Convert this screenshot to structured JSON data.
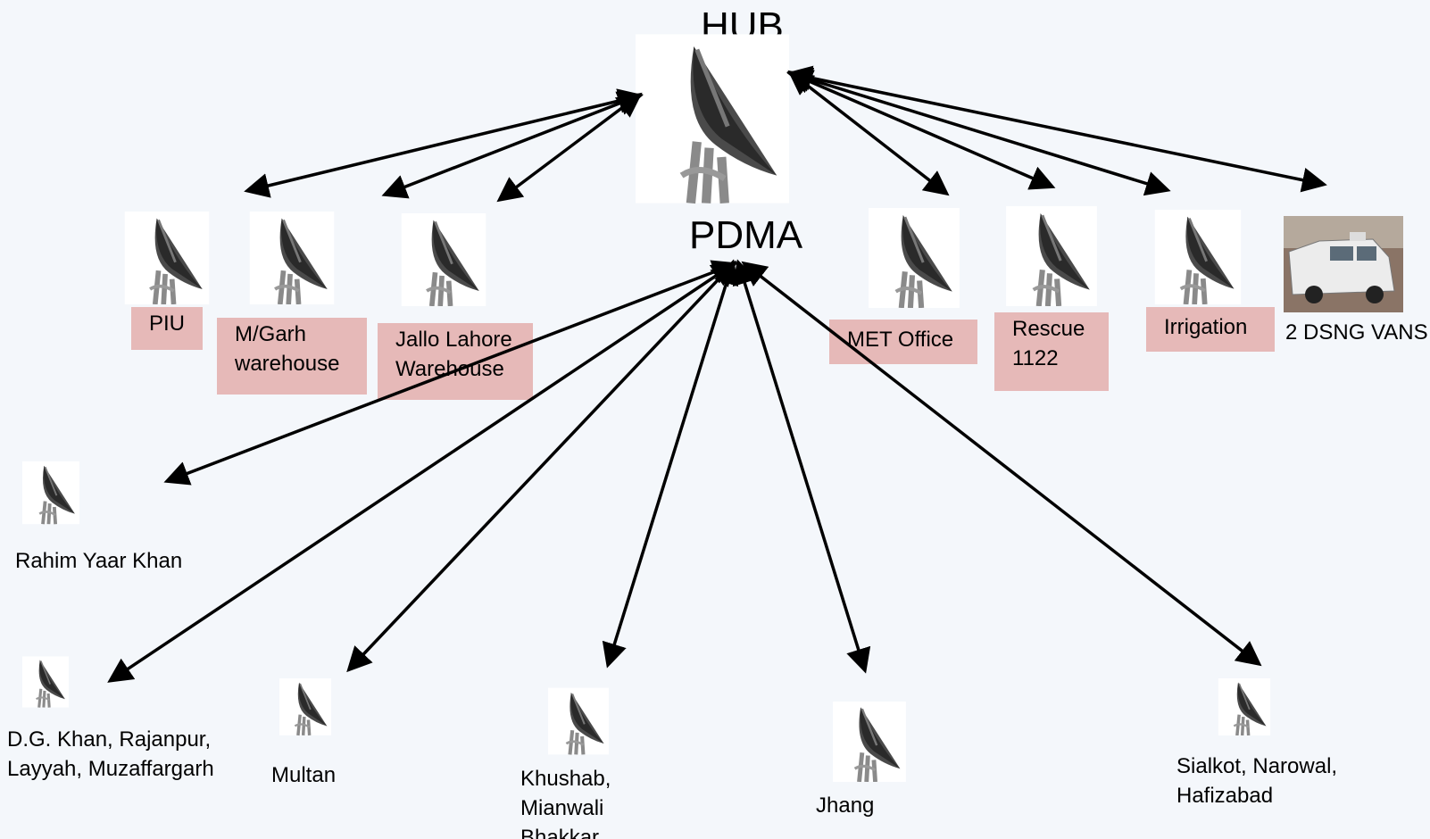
{
  "hub": {
    "label": "HUB"
  },
  "pdma": {
    "label": "PDMA"
  },
  "hub_links": [
    {
      "label": "PIU"
    },
    {
      "label": "M/Garh warehouse"
    },
    {
      "label": "Jallo Lahore Warehouse"
    },
    {
      "label": "MET Office"
    },
    {
      "label": "Rescue 1122"
    },
    {
      "label": "Irrigation"
    },
    {
      "label": "2 DSNG VANS"
    }
  ],
  "pdma_links": [
    {
      "label": "Rahim Yaar Khan"
    },
    {
      "label": "D.G. Khan, Rajanpur, Layyah, Muzaffargarh"
    },
    {
      "label": "Multan"
    },
    {
      "label": "Khushab, Mianwali Bhakkar"
    },
    {
      "label": "Jhang"
    },
    {
      "label": "Sialkot, Narowal, Hafizabad"
    }
  ],
  "colors": {
    "label_fill": "#e6b9b8",
    "arrow": "#000000",
    "background": "#f4f7fb"
  },
  "icons": {
    "node": "satellite-dish-icon",
    "vehicle": "van-icon"
  }
}
